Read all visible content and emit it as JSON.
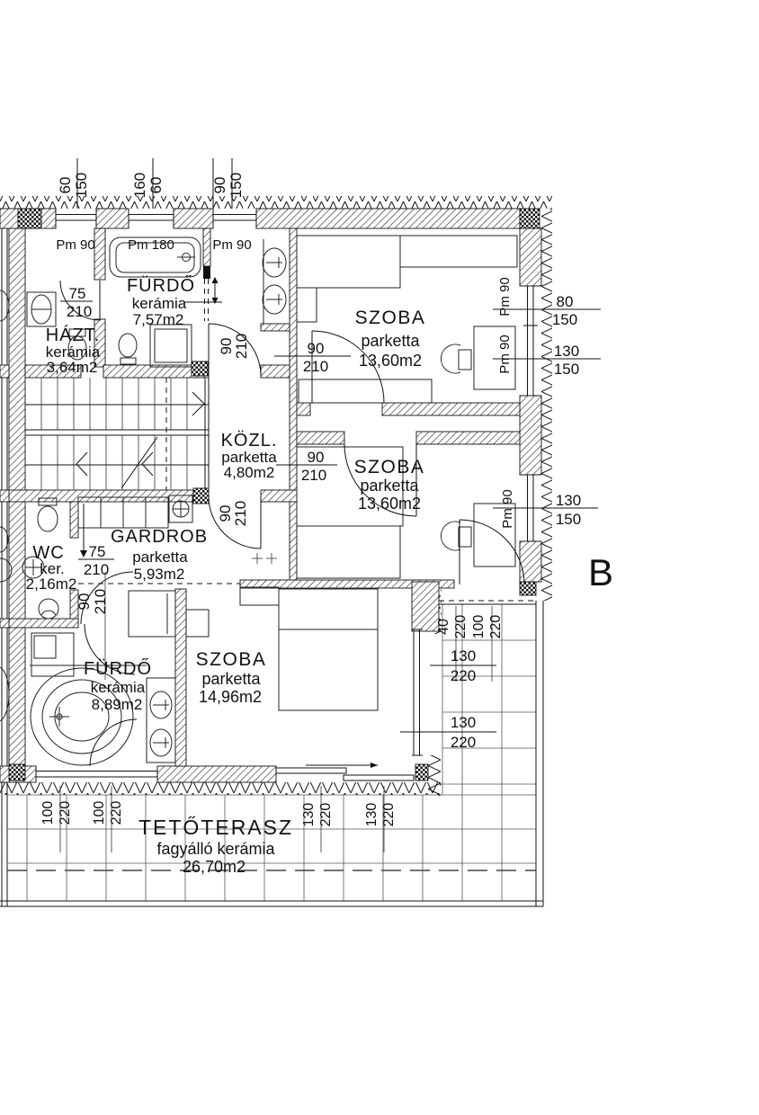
{
  "section_label": "B",
  "rooms": {
    "furdo1": {
      "name": "FÜRDŐ",
      "finish": "kerámia",
      "area": "7,57m2"
    },
    "hazt": {
      "name": "HÁZT.",
      "finish": "kerámia",
      "area": "3,64m2"
    },
    "szoba1": {
      "name": "SZOBA",
      "finish": "parketta",
      "area": "13,60m2"
    },
    "kozl": {
      "name": "KÖZL.",
      "finish": "parketta",
      "area": "4,80m2"
    },
    "szoba2": {
      "name": "SZOBA",
      "finish": "parketta",
      "area": "13,60m2"
    },
    "wc": {
      "name": "WC",
      "finish": "ker.",
      "area": "2,16m2"
    },
    "gardrob": {
      "name": "GARDROB",
      "finish": "parketta",
      "area": "5,93m2"
    },
    "furdo2": {
      "name": "FÜRDŐ",
      "finish": "kerámia",
      "area": "8,89m2"
    },
    "szoba3": {
      "name": "SZOBA",
      "finish": "parketta",
      "area": "14,96m2"
    },
    "terasz": {
      "name": "TETŐTERASZ",
      "finish": "fagyálló kerámia",
      "area": "26,70m2"
    }
  },
  "parapet_marks": {
    "pm90": "Pm 90",
    "pm180": "Pm 180"
  },
  "dims": {
    "d40": "40",
    "d60": "60",
    "d75": "75",
    "d80": "80",
    "d90": "90",
    "d100": "100",
    "d130": "130",
    "d150": "150",
    "d160": "160",
    "d210": "210",
    "d220": "220"
  },
  "dimension_pairs": {
    "top_windows": [
      "60/150",
      "160/60",
      "90/150"
    ],
    "right_windows": [
      "80/150",
      "130/150",
      "130/150"
    ],
    "doors": [
      "75/210",
      "90/210"
    ],
    "terrace_openings": [
      "100/220",
      "130/220",
      "40/220"
    ]
  }
}
